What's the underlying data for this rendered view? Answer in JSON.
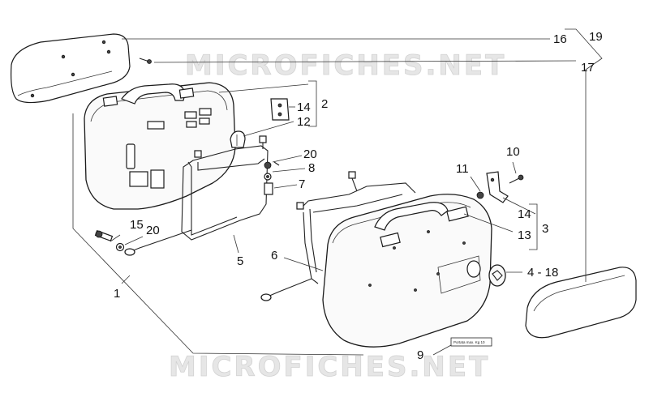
{
  "watermark": {
    "top": "MICROFICHES.NET",
    "bottom": "MICROFICHES.NET"
  },
  "callouts": {
    "c1": "1",
    "c2": "2",
    "c3": "3",
    "c4_18": "4 - 18",
    "c5": "5",
    "c6": "6",
    "c7": "7",
    "c8": "8",
    "c9": "9",
    "c10": "10",
    "c11": "11",
    "c12": "12",
    "c13": "13",
    "c14_top": "14",
    "c14_right": "14",
    "c15": "15",
    "c16": "16",
    "c17": "17",
    "c19": "19",
    "c20_top": "20",
    "c20_left": "20"
  },
  "plate_label": "Portata max. Kg 10"
}
